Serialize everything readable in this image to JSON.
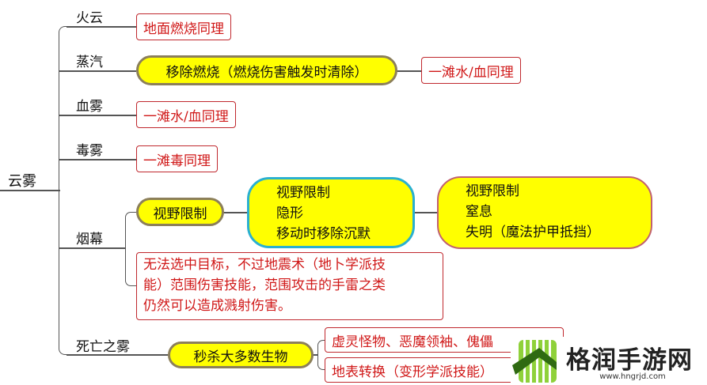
{
  "root": "云雾",
  "branches": {
    "huoyun": {
      "label": "火云",
      "note": "地面燃烧同理"
    },
    "zhengqi": {
      "label": "蒸汽",
      "effect": "移除燃烧（燃烧伤害触发时清除）",
      "note": "一滩水/血同理"
    },
    "xuewu": {
      "label": "血雾",
      "note": "一滩水/血同理"
    },
    "duwu": {
      "label": "毒雾",
      "note": "一滩毒同理"
    },
    "yanmu": {
      "label": "烟幕",
      "effect": "视野限制",
      "group1": [
        "视野限制",
        "隐形",
        "移动时移除沉默"
      ],
      "group2": [
        "视野限制",
        "窒息",
        "失明（魔法护甲抵挡）"
      ],
      "note": [
        "无法选中目标，不过地震术（地卜学派技",
        "能）范围伤害技能，范围攻击的手雷之类",
        "仍然可以造成溅射伤害。"
      ]
    },
    "siwang": {
      "label": "死亡之雾",
      "effect": "秒杀大多数生物",
      "notes": [
        "虚灵怪物、恶魔领袖、傀儡",
        "地表转换（变形学派技能）"
      ]
    }
  },
  "watermark": {
    "name": "格润手游网",
    "url": "www.hngrjd.com"
  },
  "colors": {
    "yellow": "#ffff00",
    "red": "#d01818",
    "cyan": "#2ab0d0",
    "watermark_green": "#6cb52a"
  }
}
